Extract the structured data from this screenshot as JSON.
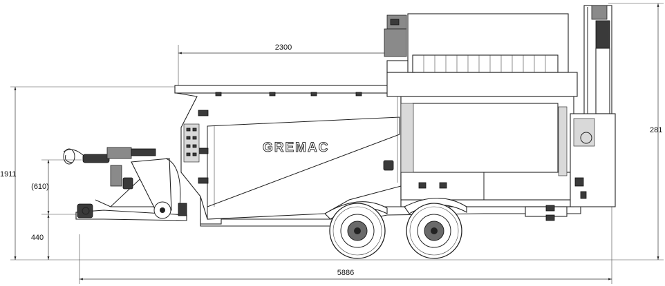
{
  "brand": {
    "name": "GREMAC"
  },
  "dimensions": {
    "total_length": "5886",
    "hopper_length": "2300",
    "height_hitch": "1911",
    "hitch_range": "(610)",
    "hitch_height": "440",
    "total_height": "281"
  },
  "colors": {
    "line": "#222222",
    "background": "#ffffff",
    "dark_part": "#3a3a3a"
  }
}
